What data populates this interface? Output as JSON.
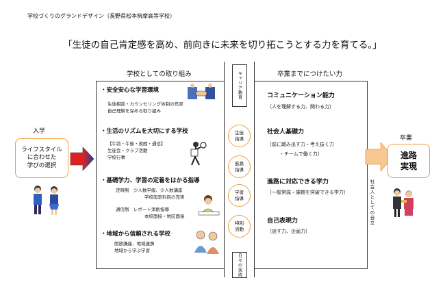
{
  "header": {
    "title": "学校づくりのグランドデザイン（長野県松本筑摩高等学校）"
  },
  "slogan": "「生徒の自己肯定感を高め、前向きに未来を切り拓こうとする力を育てる。」",
  "left_column": {
    "label": "学校としての取り組み",
    "sections": [
      {
        "title": "・安全安心な学習環境",
        "items": [
          "生徒相談・カウンセリング体制の充実",
          "自己理解を深める取り組み"
        ]
      },
      {
        "title": "・生活のリズムを大切にする学校",
        "items": [
          "【午前・午後・夜間・通信】",
          "生徒会・クラブ活動",
          "学校行事"
        ]
      },
      {
        "title": "・基礎学力、学習の定着をはかる指導",
        "items": [
          "定時制　少人数学級、少人数講座",
          "学校設定科目の充実",
          "通信制　レポート添削指導",
          "本校面接・地区面接"
        ]
      },
      {
        "title": "・地域から信頼される学校",
        "items": [
          "開放講座、地域連携",
          "地域から学ぶ学習"
        ]
      }
    ]
  },
  "center_bar": {
    "top_label": "キャリア教育",
    "bottom_label": "日々の実践",
    "circles": [
      "生徒\n指導",
      "進路\n指導",
      "学習\n指導",
      "特別\n活動"
    ]
  },
  "right_column": {
    "label": "卒業までにつけたい力",
    "sections": [
      {
        "title": "コミュニケーション能力",
        "sub": "〔人を理解する力、関わる力〕"
      },
      {
        "title": "社会人基礎力",
        "sub": "〔前に踏み出す力・考え抜く力",
        "sub2": "・チームで働く力〕"
      },
      {
        "title": "進路に対応できる学力",
        "sub": "〔一般常識・課題を突破できる学力〕"
      },
      {
        "title": "自己表現力",
        "sub": "〔話す力、企画力〕"
      }
    ]
  },
  "entry": {
    "label": "入学",
    "box_text": "ライフスタイル\nに合わせた\n学びの選択"
  },
  "exit": {
    "label": "卒業",
    "box_text": "進路\n実現",
    "side_note": "社会人としての自立"
  },
  "colors": {
    "accent_orange": "#f0a040",
    "arrow_red": "#e02020",
    "arrow_blue": "#1a3fa8",
    "exit_arrow": "#f8c890"
  },
  "icons": [
    "students-icon",
    "handshake-icon",
    "teacher-icon",
    "tennis-icon",
    "student-writing-icon",
    "elderly-icon",
    "graduates-icon"
  ]
}
